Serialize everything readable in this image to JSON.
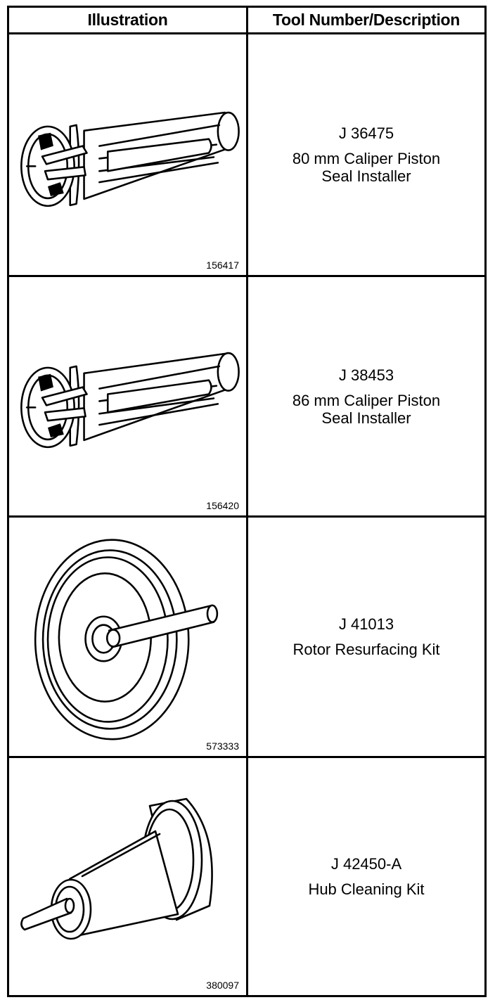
{
  "table": {
    "headers": {
      "illustration": "Illustration",
      "description": "Tool Number/Description"
    },
    "rows": [
      {
        "figure_number": "156417",
        "tool_number": "J 36475",
        "description_lines": [
          "80 mm Caliper Piston",
          "Seal Installer"
        ],
        "illustration_icon": "caliper-piston-seal-installer-icon"
      },
      {
        "figure_number": "156420",
        "tool_number": "J 38453",
        "description_lines": [
          "86 mm Caliper Piston",
          "Seal Installer"
        ],
        "illustration_icon": "caliper-piston-seal-installer-icon"
      },
      {
        "figure_number": "573333",
        "tool_number": "J 41013",
        "description_lines": [
          "Rotor Resurfacing Kit"
        ],
        "illustration_icon": "rotor-resurfacing-kit-icon"
      },
      {
        "figure_number": "380097",
        "tool_number": "J 42450-A",
        "description_lines": [
          "Hub Cleaning Kit"
        ],
        "illustration_icon": "hub-cleaning-kit-icon"
      }
    ]
  }
}
